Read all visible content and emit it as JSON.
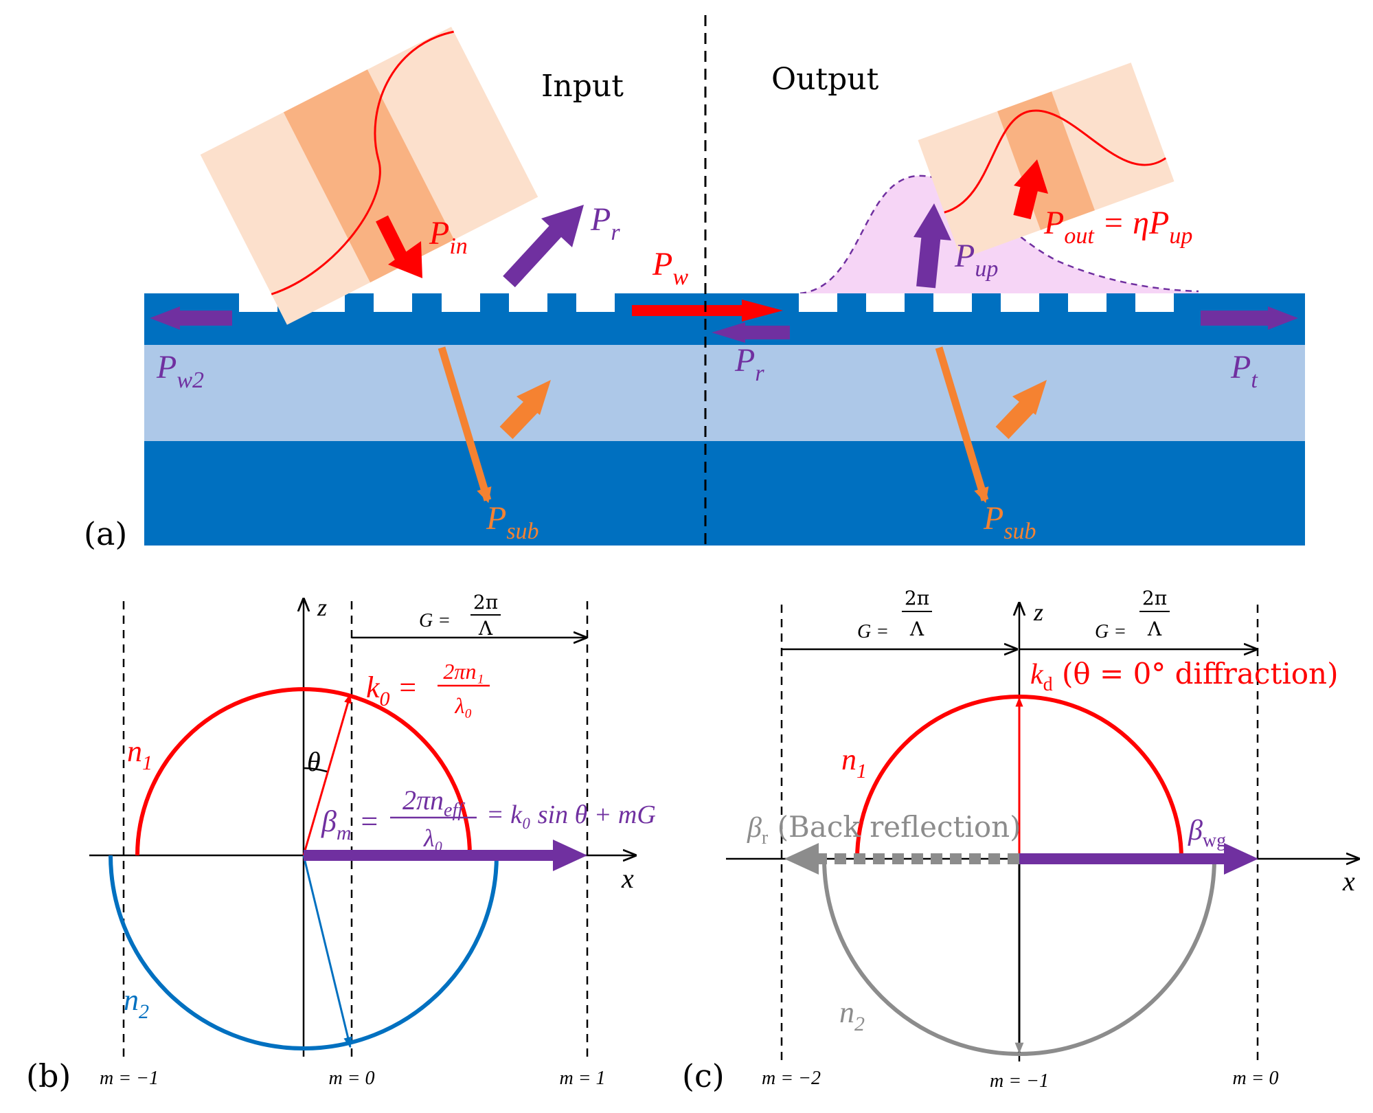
{
  "panel_a": {
    "label": "(a)",
    "input_label": "Input",
    "output_label": "Output",
    "p_in": "P",
    "p_in_sub": "in",
    "p_r_top": "P",
    "p_r_top_sub": "r",
    "p_w": "P",
    "p_w_sub": "w",
    "p_r_mid": "P",
    "p_r_mid_sub": "r",
    "p_w2": "P",
    "p_w2_sub": "w2",
    "p_t": "P",
    "p_t_sub": "t",
    "p_up": "P",
    "p_up_sub": "up",
    "p_out_eq": "P",
    "p_out_sub": "out",
    "p_out_rhs": " = ηP",
    "p_out_rhs_sub": "up",
    "p_sub_left": "P",
    "p_sub_left_sub": "sub",
    "p_sub_right": "P",
    "p_sub_right_sub": "sub"
  },
  "panel_b": {
    "label": "(b)",
    "z_axis": "z",
    "x_axis": "x",
    "g_lhs": "G =",
    "g_num": "2π",
    "g_den": "Λ",
    "k0_lhs": "k",
    "k0_sub": "0",
    "k0_eq": " =",
    "k0_num": "2πn₁",
    "k0_den": "λ₀",
    "n1": "n",
    "n1_sub": "1",
    "n2": "n",
    "n2_sub": "2",
    "theta": "θ",
    "beta_lhs": "β",
    "beta_sub": "m",
    "beta_eq": " =",
    "beta_num": "2πn",
    "beta_num_sub": "eff",
    "beta_den": "λ₀",
    "beta_rhs": "= k₀ sin θ + mG",
    "m_minus1": "m = −1",
    "m_0": "m = 0",
    "m_1": "m = 1"
  },
  "panel_c": {
    "label": "(c)",
    "z_axis": "z",
    "x_axis": "x",
    "g_lhs": "G =",
    "g_num": "2π",
    "g_den": "Λ",
    "kd": "k",
    "kd_sub": "d",
    "kd_desc": " (θ = 0° diffraction)",
    "n1": "n",
    "n1_sub": "1",
    "n2": "n",
    "n2_sub": "2",
    "beta_r": "β",
    "beta_r_sub": "r",
    "beta_r_desc": " (Back reflection)",
    "beta_wg": "β",
    "beta_wg_sub": "wg",
    "m_minus2": "m = −2",
    "m_minus1": "m = −1",
    "m_0": "m = 0"
  },
  "colors": {
    "wg_dark": "#0070C0",
    "wg_light": "#ADC8E8",
    "red": "#FF0000",
    "purple": "#7030A0",
    "orange": "#F58231",
    "beam_light": "#FCE0CC",
    "beam_dark": "#F9B282",
    "upward": "#F6D5F6",
    "blue_circle": "#0070C0",
    "gray": "#8C8C8C"
  }
}
